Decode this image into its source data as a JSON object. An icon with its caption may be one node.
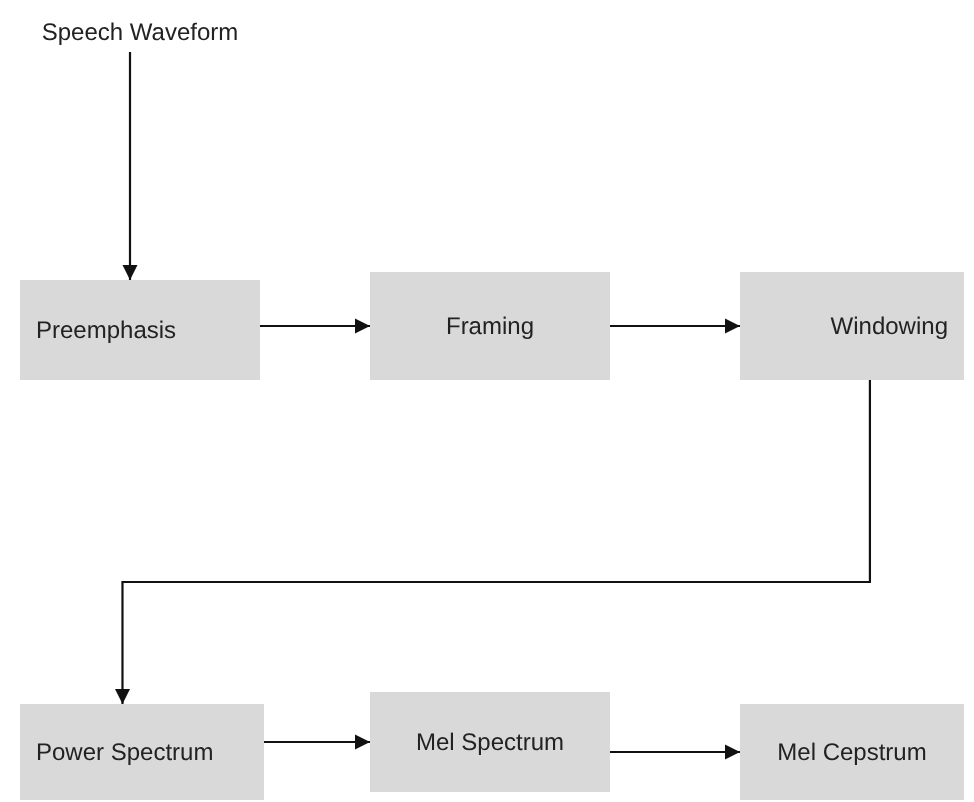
{
  "diagram": {
    "nodes": [
      {
        "text": [
          "Speech Waveform"
        ]
      },
      {
        "text": [
          "Preemphasis"
        ]
      },
      {
        "text": [
          "Framing"
        ]
      },
      {
        "text": [
          "Windowing"
        ]
      },
      {
        "text": [
          "Power Spectrum"
        ]
      },
      {
        "text": [
          "Mel Spectrum"
        ]
      },
      {
        "text": [
          "Mel Cepstrum"
        ]
      }
    ],
    "edges": [
      {
        "from": 0,
        "to": 1,
        "arrow": "to"
      },
      {
        "from": 1,
        "to": 2,
        "arrow": "to"
      },
      {
        "from": 2,
        "to": 3,
        "arrow": "to"
      },
      {
        "from": 3,
        "to": 4,
        "arrow": "to"
      },
      {
        "from": 4,
        "to": 5,
        "arrow": "to"
      },
      {
        "from": 5,
        "to": 6,
        "arrow": "to"
      }
    ]
  }
}
